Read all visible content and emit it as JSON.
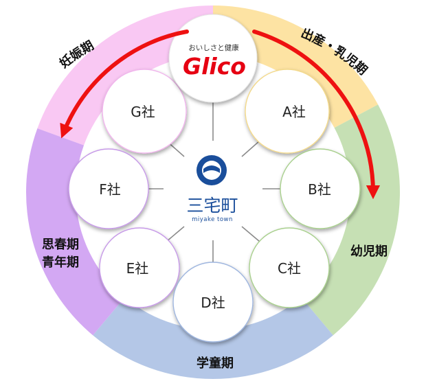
{
  "colors": {
    "stage_pregnancy": "#f9c8f3",
    "stage_birth_infant": "#fde3a3",
    "stage_early_childhood": "#c6e0b4",
    "stage_school_age": "#b4c7e7",
    "stage_adolescence": "#d3a8f3",
    "arrow": "#ee1111",
    "town_blue": "#1a4e9b",
    "glico_red": "#e60012"
  },
  "stages": {
    "pregnancy": "妊娠期",
    "birth_infant": "出産・乳児期",
    "early_childhood": "幼児期",
    "school_age": "学童期",
    "adolescence_line1": "思春期",
    "adolescence_line2": "青年期"
  },
  "glico": {
    "tagline": "おいしさと健康",
    "logo_text": "Glico"
  },
  "town": {
    "name": "三宅町",
    "romaji": "miyake town"
  },
  "companies": {
    "a": "A社",
    "b": "B社",
    "c": "C社",
    "d": "D社",
    "e": "E社",
    "f": "F社",
    "g": "G社"
  }
}
